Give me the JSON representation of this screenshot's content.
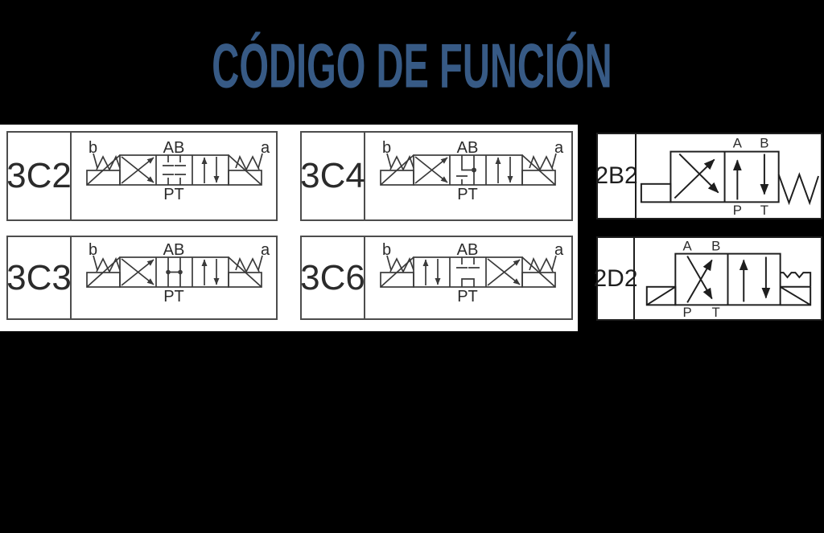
{
  "title": "CÓDIGO DE FUNCIÓN",
  "colors": {
    "title_accent": "#375a85",
    "panel_background": "#ffffff",
    "line_soft": "#3a3a3a",
    "line_dark": "#1e1e1e",
    "page_background": "#000000"
  },
  "valves_3c": [
    {
      "code": "3C2",
      "sol_left": "b",
      "sol_right": "a",
      "ports_top": "AB",
      "ports_bottom": "PT",
      "center": "all ports blocked"
    },
    {
      "code": "3C4",
      "sol_left": "b",
      "sol_right": "a",
      "ports_top": "AB",
      "ports_bottom": "PT",
      "center": "A-B-T connected, P blocked"
    },
    {
      "code": "3C3",
      "sol_left": "b",
      "sol_right": "a",
      "ports_top": "AB",
      "ports_bottom": "PT",
      "center": "all ports connected"
    },
    {
      "code": "3C6",
      "sol_left": "b",
      "sol_right": "a",
      "ports_top": "AB",
      "ports_bottom": "PT",
      "center": "A-B blocked, P-T connected"
    }
  ],
  "valves_2x": [
    {
      "code": "2B2",
      "port_a": "A",
      "port_b": "B",
      "port_p": "P",
      "port_t": "T"
    },
    {
      "code": "2D2",
      "port_a": "A",
      "port_b": "B",
      "port_p": "P",
      "port_t": "T"
    }
  ]
}
